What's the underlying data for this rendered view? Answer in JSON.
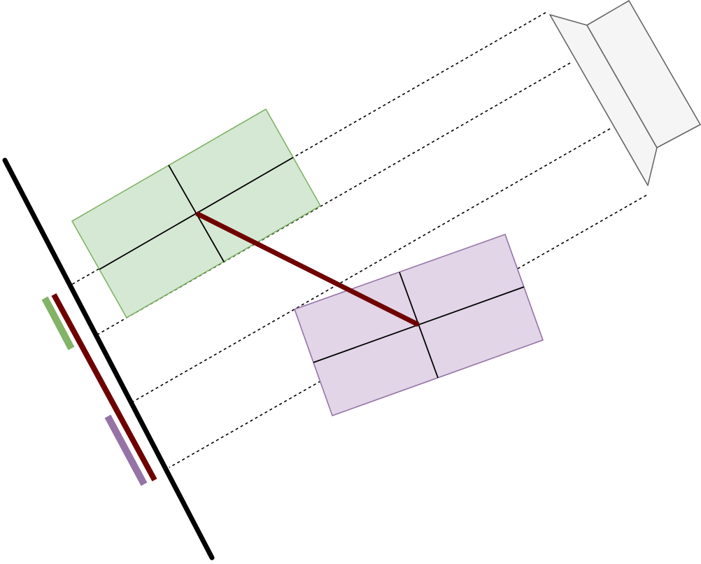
{
  "diagram": {
    "description_visible_text": "",
    "colors": {
      "background": "#ffffff",
      "projection_lines": "#000000",
      "screen": "#000000",
      "box_a_fill": "#d5e8d4",
      "box_a_stroke": "#82b366",
      "box_b_fill": "#e1d5e7",
      "box_b_stroke": "#9673a6",
      "connector": "#6f0000",
      "projector_fill": "#f5f5f5",
      "projector_stroke": "#666666"
    },
    "elements": [
      "projector-icon",
      "screen-line",
      "green-box",
      "purple-box",
      "center-connector",
      "green-shadow",
      "purple-shadow",
      "connector-shadow",
      "projection-lines"
    ]
  }
}
